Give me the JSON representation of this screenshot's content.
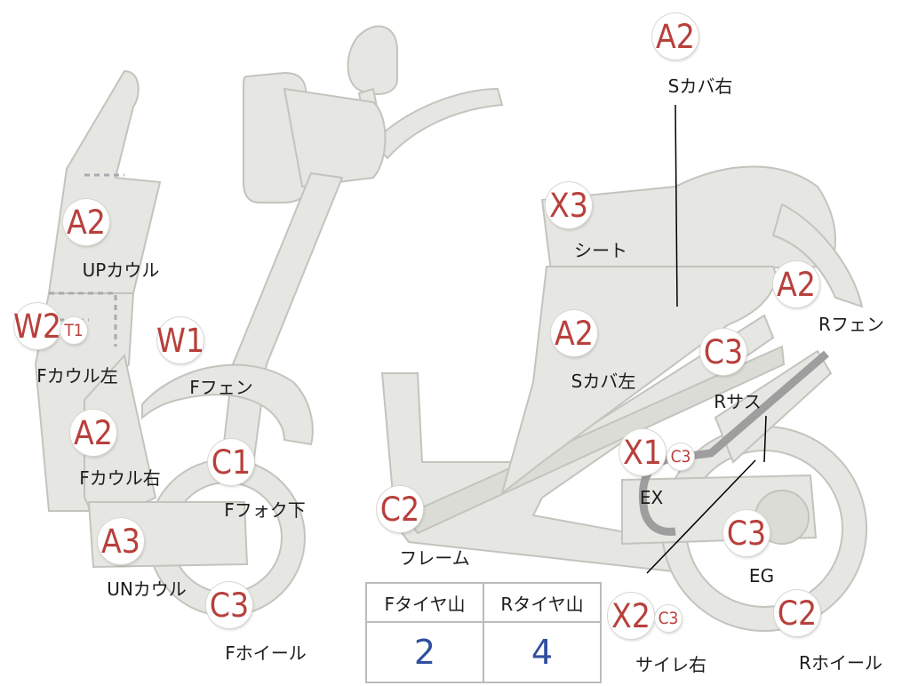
{
  "parts": [
    {
      "id": "up_cowl",
      "badges": [
        "A2"
      ],
      "label": "UPカウル"
    },
    {
      "id": "f_cowl_left",
      "badges": [
        "W2",
        "T1"
      ],
      "label": "Fカウル左"
    },
    {
      "id": "f_cowl_right",
      "badges": [
        "A2"
      ],
      "label": "Fカウル右"
    },
    {
      "id": "un_cowl",
      "badges": [
        "A3"
      ],
      "label": "UNカウル"
    },
    {
      "id": "f_fender",
      "badges": [
        "W1"
      ],
      "label": "Fフェン"
    },
    {
      "id": "f_fork_lower",
      "badges": [
        "C1"
      ],
      "label": "Fフォク下"
    },
    {
      "id": "f_wheel",
      "badges": [
        "C3"
      ],
      "label": "Fホイール"
    },
    {
      "id": "frame",
      "badges": [
        "C2"
      ],
      "label": "フレーム"
    },
    {
      "id": "seat",
      "badges": [
        "X3"
      ],
      "label": "シート"
    },
    {
      "id": "s_cover_right",
      "badges": [
        "A2"
      ],
      "label": "Sカバ右"
    },
    {
      "id": "s_cover_left",
      "badges": [
        "A2"
      ],
      "label": "Sカバ左"
    },
    {
      "id": "r_fender",
      "badges": [
        "A2"
      ],
      "label": "Rフェン"
    },
    {
      "id": "r_suspension",
      "badges": [
        "C3"
      ],
      "label": "Rサス"
    },
    {
      "id": "exhaust",
      "badges": [
        "X1",
        "C3"
      ],
      "label": "EX"
    },
    {
      "id": "engine",
      "badges": [
        "C3"
      ],
      "label": "EG"
    },
    {
      "id": "r_wheel",
      "badges": [
        "C2"
      ],
      "label": "Rホイール"
    },
    {
      "id": "muffler_right",
      "badges": [
        "X2",
        "C3"
      ],
      "label": "サイレ右"
    }
  ],
  "tire_table": {
    "headers": [
      "Fタイヤ山",
      "Rタイヤ山"
    ],
    "values": [
      "2",
      "4"
    ]
  }
}
